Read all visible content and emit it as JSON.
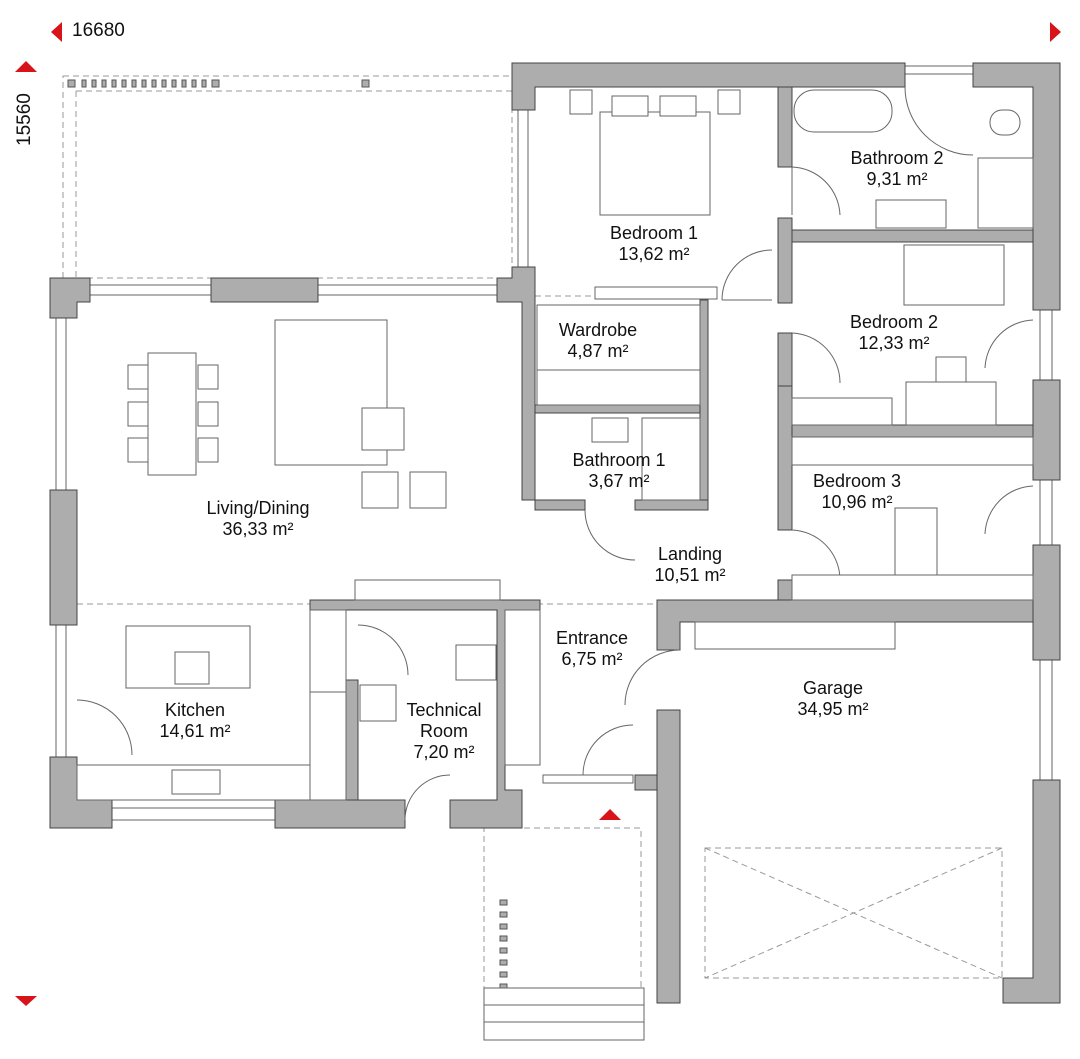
{
  "dimensions": {
    "width": "16680",
    "depth": "15560"
  },
  "colors": {
    "accent": "#d7141a",
    "wall": "#adadad"
  },
  "rooms": [
    {
      "name": "Bedroom 1",
      "area": "13,62 m²"
    },
    {
      "name": "Bathroom 2",
      "area": "9,31 m²"
    },
    {
      "name": "Wardrobe",
      "area": "4,87 m²"
    },
    {
      "name": "Bedroom 2",
      "area": "12,33 m²"
    },
    {
      "name": "Bathroom 1",
      "area": "3,67 m²"
    },
    {
      "name": "Bedroom 3",
      "area": "10,96 m²"
    },
    {
      "name": "Living/Dining",
      "area": "36,33 m²"
    },
    {
      "name": "Landing",
      "area": "10,51 m²"
    },
    {
      "name": "Entrance",
      "area": "6,75 m²"
    },
    {
      "name": "Garage",
      "area": "34,95 m²"
    },
    {
      "name": "Kitchen",
      "area": "14,61 m²"
    },
    {
      "name": "Technical Room",
      "name2": "Room",
      "area": "7,20 m²"
    }
  ]
}
